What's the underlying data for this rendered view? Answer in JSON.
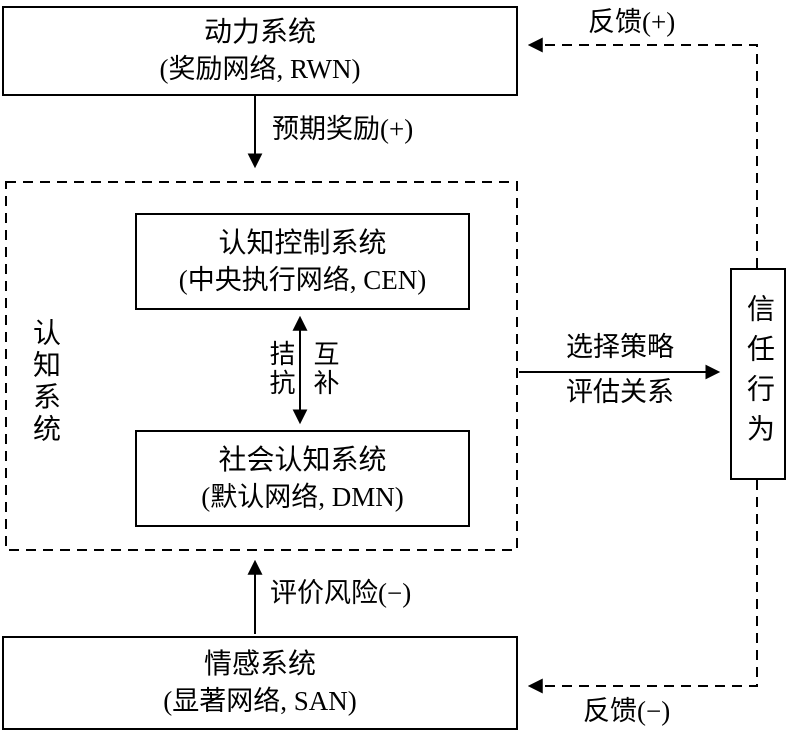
{
  "boxes": {
    "motivation": {
      "title": "动力系统",
      "subtitle": "(奖励网络, RWN)"
    },
    "cen": {
      "title": "认知控制系统",
      "subtitle": "(中央执行网络, CEN)"
    },
    "dmn": {
      "title": "社会认知系统",
      "subtitle": "(默认网络, DMN)"
    },
    "emotion": {
      "title": "情感系统",
      "subtitle": "(显著网络, SAN)"
    },
    "trust": {
      "title": "信任行为"
    },
    "cognitive_group": {
      "title": "认知系统"
    }
  },
  "labels": {
    "expected_reward": "预期奖励(+)",
    "antagonism": "拮抗",
    "complementarity": "互补",
    "strategy_line1": "选择策略",
    "strategy_line2": "评估关系",
    "risk": "评价风险(−)",
    "feedback_positive": "反馈(+)",
    "feedback_negative": "反馈(−)"
  },
  "colors": {
    "line": "#000000",
    "background": "#ffffff",
    "text": "#000000"
  }
}
